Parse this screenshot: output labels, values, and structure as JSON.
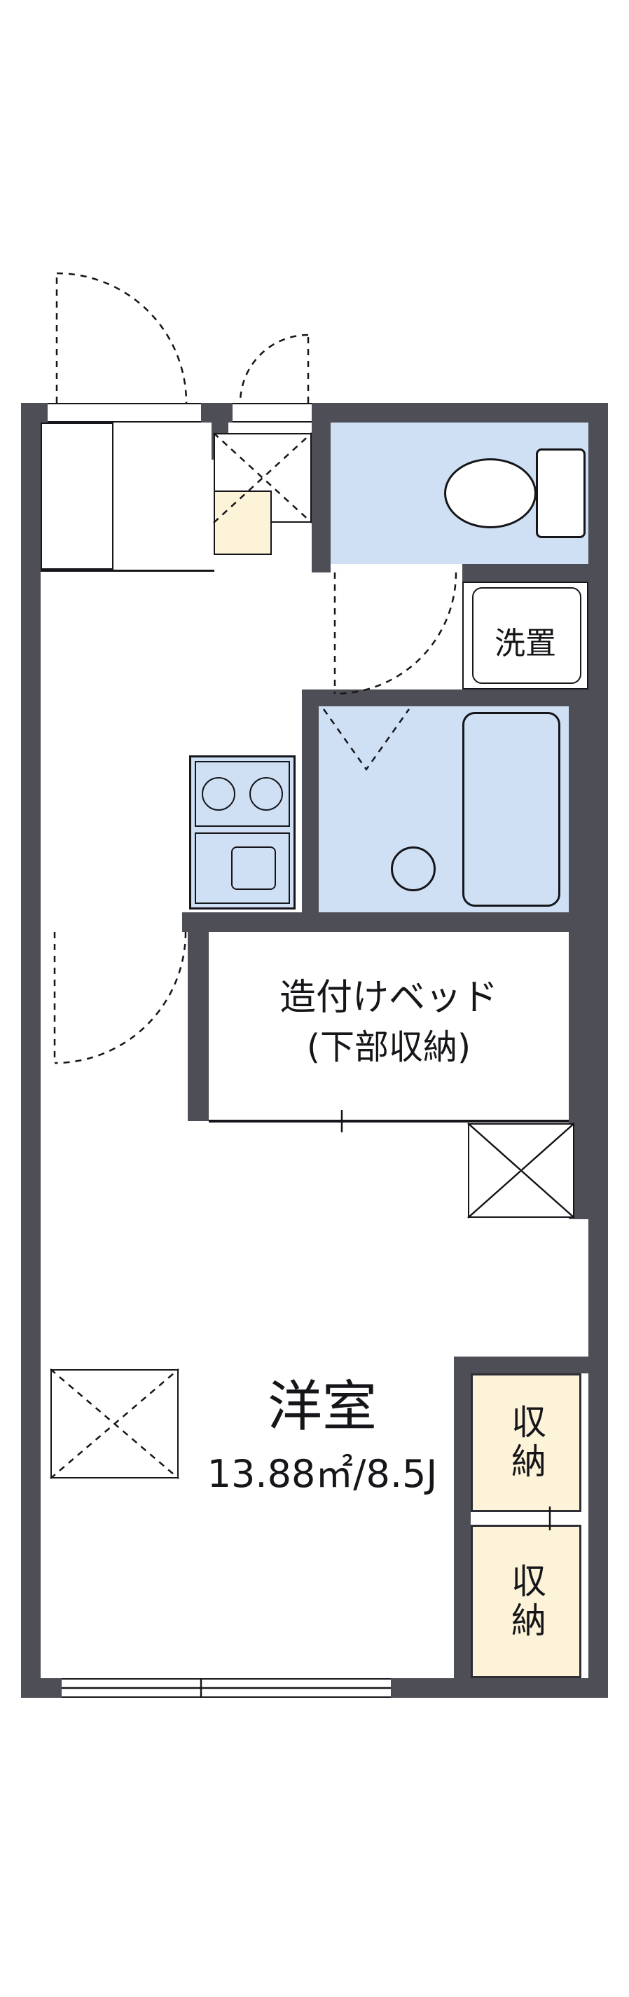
{
  "colors": {
    "wall": "#4e4e56",
    "wet": "#cfe0f4",
    "closet": "#fcf3d9",
    "line": "#16161a",
    "bg": "#ffffff"
  },
  "rooms": {
    "laundry_label": "洗置",
    "bed_label_line1": "造付けベッド",
    "bed_label_line2": "(下部収納)",
    "main_room_name": "洋室",
    "main_room_area": "13.88㎡/8.5J",
    "closet_upper_label": "収納",
    "closet_lower_label": "収納"
  }
}
